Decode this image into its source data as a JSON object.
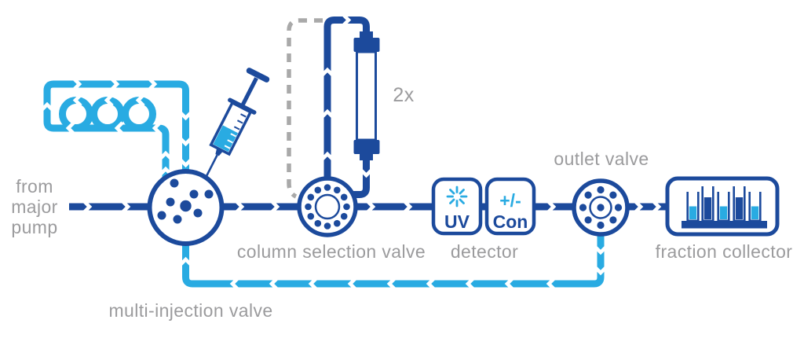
{
  "labels": {
    "source_lines": [
      "from",
      "major",
      "pump"
    ],
    "multi_injection_valve": "multi-injection valve",
    "column_selection_valve": "column selection valve",
    "detector": "detector",
    "outlet_valve": "outlet valve",
    "fraction_collector": "fraction collector",
    "column_count": "2x",
    "uv": "UV",
    "plus_minus": "+/-",
    "con": "Con"
  },
  "colors": {
    "navy": "#1c4a9c",
    "cyan": "#29abe2",
    "label_gray": "#9b9b9d",
    "dash_gray": "#a9a9a9"
  },
  "icons": {
    "syringe": "syringe-icon",
    "sample_loop": "coil-tube-icon",
    "valves": "rotary-valve-icon",
    "uv_detector": "sparkle-icon",
    "column": "chromatography-column-icon",
    "fraction_tubes": "test-tubes-icon"
  }
}
